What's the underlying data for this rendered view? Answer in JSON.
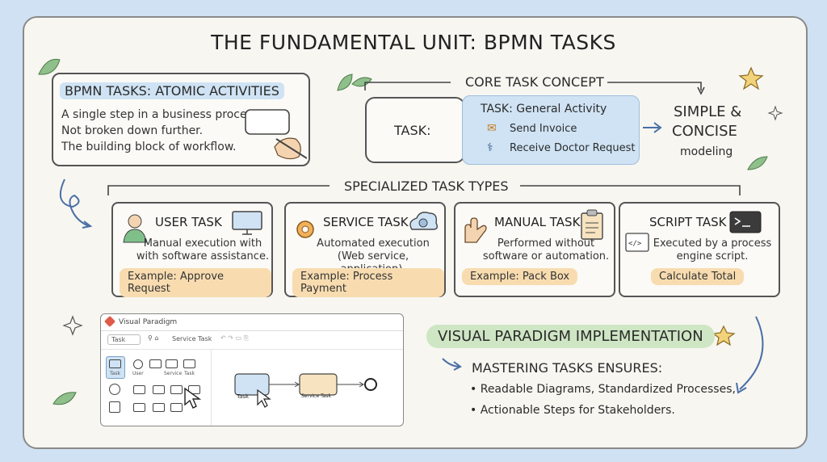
{
  "title": "THE FUNDAMENTAL UNIT: BPMN TASKS",
  "atomic": {
    "heading": "BPMN TASKS: ATOMIC ACTIVITIES",
    "lines": [
      "A single step in a business process.",
      "Not broken down further.",
      "The building block of workflow."
    ]
  },
  "core": {
    "heading": "CORE TASK CONCEPT",
    "task_label": "TASK:",
    "general": "TASK: General Activity",
    "example1": "Send Invoice",
    "example2": "Receive Doctor Request",
    "result_line1": "SIMPLE &",
    "result_line2": "CONCISE",
    "result_line3": "modeling"
  },
  "specialized": {
    "heading": "SPECIALIZED TASK TYPES",
    "cards": [
      {
        "title": "USER TASK",
        "desc1": "Manual execution with",
        "desc2": "with software assistance.",
        "example": "Example: Approve Request",
        "icon": "user-icon",
        "icon2": "monitor-icon"
      },
      {
        "title": "SERVICE TASK",
        "desc1": "Automated execution",
        "desc2": "(Web service, application).",
        "example": "Example: Process Payment",
        "icon": "gear-icon",
        "icon2": "cloud-gear-icon"
      },
      {
        "title": "MANUAL TASK",
        "desc1": "Performed without",
        "desc2": "software or automation.",
        "example": "Example: Pack Box",
        "icon": "hand-icon",
        "icon2": "clipboard-icon"
      },
      {
        "title": "SCRIPT TASK",
        "desc1": "Executed by a process",
        "desc2": "engine script.",
        "example": "Calculate Total",
        "icon": "code-icon",
        "icon2": "terminal-icon"
      }
    ]
  },
  "vp_window": {
    "app_title": "Visual Paradigm",
    "toolbar_dropdown": "Task",
    "toolbar_item": "Service Task",
    "palette_labels": [
      "Task",
      "User",
      "Service",
      "Task"
    ],
    "node_task": "Task",
    "node_service": "Service Task"
  },
  "implementation": {
    "heading": "VISUAL PARADIGM IMPLEMENTATION",
    "subheading": "MASTERING TASKS ENSURES:",
    "bullets": [
      "Readable Diagrams, Standardized Processes,",
      "Actionable Steps for Stakeholders."
    ]
  },
  "colors": {
    "blue": "#cfe3f4",
    "green": "#cfe6c4",
    "orange": "#f8dcb0"
  }
}
